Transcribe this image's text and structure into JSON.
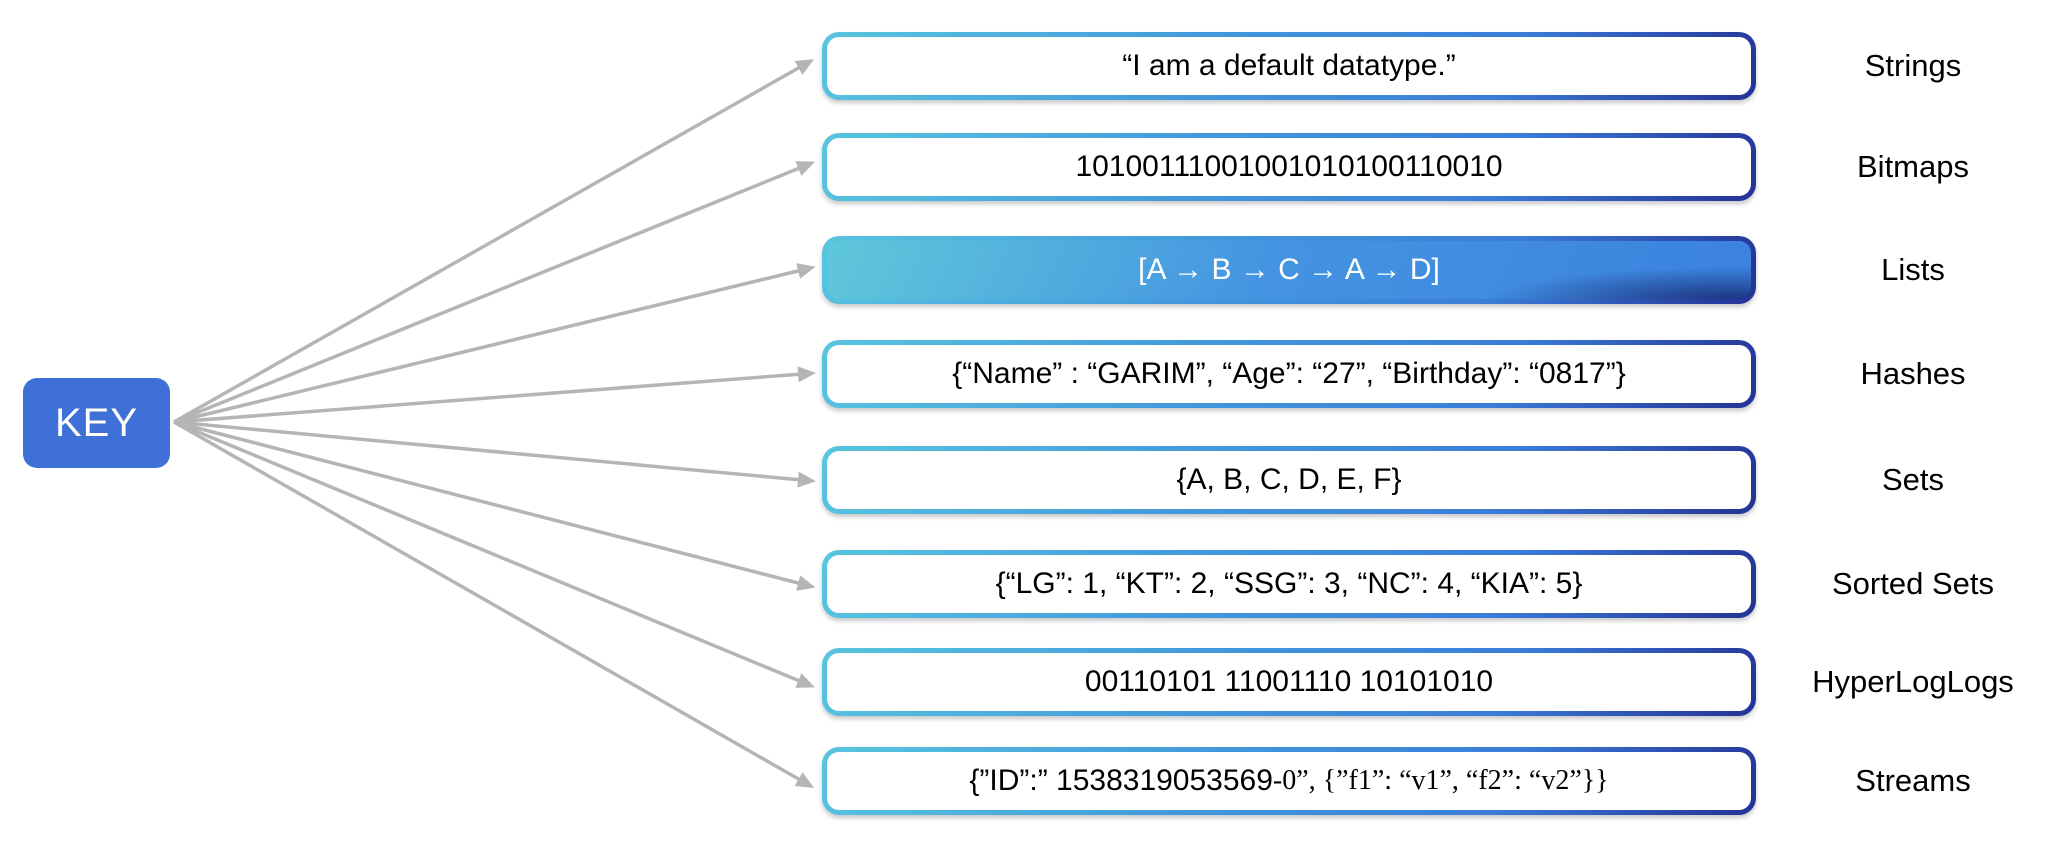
{
  "key": {
    "label": "KEY"
  },
  "rows": [
    {
      "label": "Strings",
      "value": "“I am a default datatype.”"
    },
    {
      "label": "Bitmaps",
      "value": "10100111001001010100110010"
    },
    {
      "label": "Lists",
      "value": "[A → B → C → A → D]",
      "filled": true
    },
    {
      "label": "Hashes",
      "value": "{“Name” : “GARIM”, “Age”: “27”, “Birthday”: “0817”}"
    },
    {
      "label": "Sets",
      "value": "{A, B, C, D, E, F}"
    },
    {
      "label": "Sorted Sets",
      "value": "{“LG”: 1, “KT”: 2, “SSG”: 3, “NC”: 4, “KIA”: 5}"
    },
    {
      "label": "HyperLogLogs",
      "value": "00110101 11001110 10101010"
    },
    {
      "label": "Streams",
      "value": "{”ID”:” 1538319053569 ",
      "value_serif": "-0”,  {”f1”: “v1”, “f2”: “v2”}}"
    }
  ],
  "colors": {
    "key_fill": "#3e70d8",
    "key_text": "#ffffff",
    "arrow": "#b5b5b5",
    "box_border_gradient": [
      "#58c5df",
      "#4197dc",
      "#3b7ed8",
      "#243195"
    ],
    "lists_fill_gradient": [
      "#5fc8da",
      "#4494e1",
      "#3b82de"
    ],
    "lists_corner_shadow": "#121e64",
    "box_text": "#000000",
    "label_text": "#000000",
    "background": "#ffffff"
  }
}
